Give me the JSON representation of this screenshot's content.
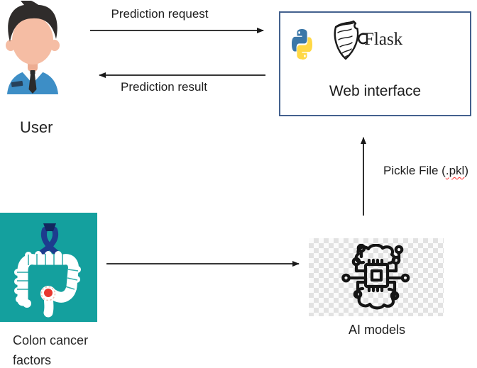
{
  "diagram": {
    "user": {
      "label": "User",
      "icon": "user-avatar-icon"
    },
    "flow_labels": {
      "request": "Prediction request",
      "result": "Prediction result",
      "pickle_prefix": "Pickle File (",
      "pickle_file_ext": ".pkl",
      "pickle_suffix": ")"
    },
    "web_interface": {
      "label": "Web interface",
      "flask_wordmark": "Flask",
      "icons": [
        "python-logo-icon",
        "flask-horn-icon"
      ]
    },
    "colon_figure": {
      "caption": "Colon cancer factors",
      "icons": [
        "awareness-ribbon-icon",
        "colon-illustration"
      ]
    },
    "ai_models": {
      "label": "AI models",
      "icon": "brain-chip-icon"
    },
    "colors": {
      "box_border": "#44618e",
      "arrow_black": "#1a1a1a",
      "teal_background": "#14a09e",
      "ribbon_navy": "#1d3c8e",
      "cancer_spot_red": "#e8372f",
      "python_blue": "#3b77a8",
      "python_yellow": "#ffd845",
      "spellcheck_red": "#ff2a2a"
    }
  }
}
